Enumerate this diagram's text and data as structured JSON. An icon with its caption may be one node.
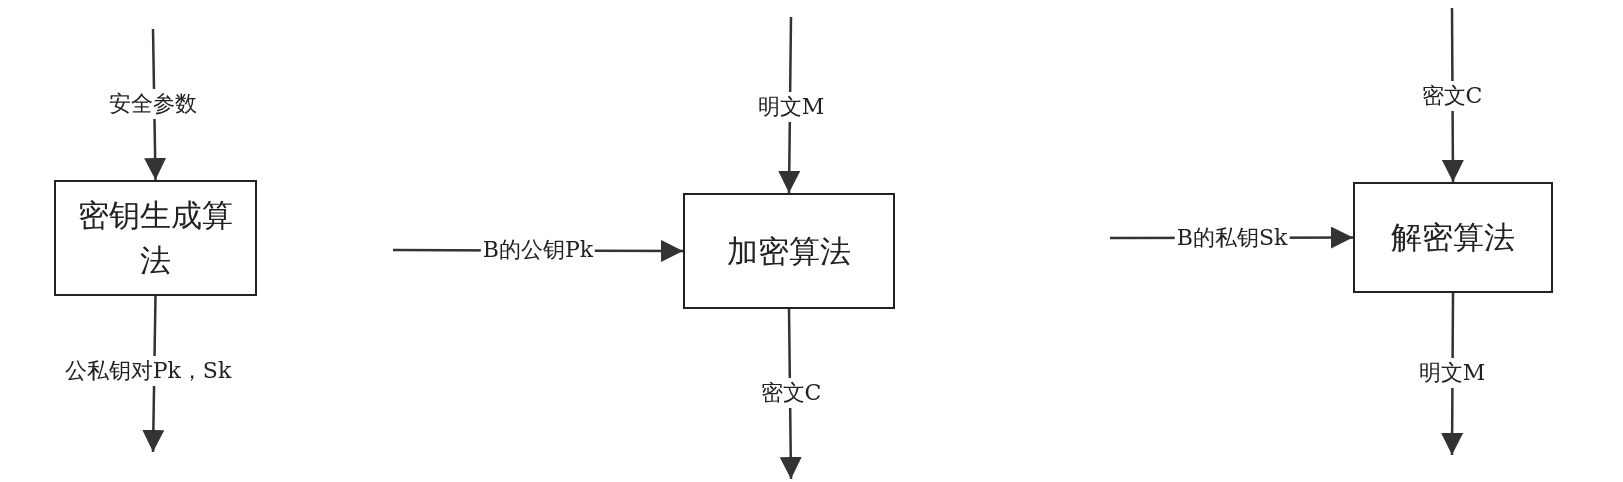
{
  "diagram": {
    "nodes": [
      {
        "text": [
          "密钥生成算法"
        ]
      },
      {
        "text": [
          "加密算法"
        ]
      },
      {
        "text": [
          "解密算法"
        ]
      }
    ],
    "edges": [
      {
        "from": null,
        "to": 0,
        "arrow": "to",
        "label": "安全参数"
      },
      {
        "from": 0,
        "to": null,
        "arrow": "to",
        "label": "公私钥对Pk，Sk"
      },
      {
        "from": null,
        "to": 1,
        "arrow": "to",
        "label": "明文M"
      },
      {
        "from": null,
        "to": 1,
        "arrow": "to",
        "label": "B的公钥Pk"
      },
      {
        "from": 1,
        "to": null,
        "arrow": "to",
        "label": "密文C"
      },
      {
        "from": null,
        "to": 2,
        "arrow": "to",
        "label": "密文C"
      },
      {
        "from": null,
        "to": 2,
        "arrow": "to",
        "label": "B的私钥Sk"
      },
      {
        "from": 2,
        "to": null,
        "arrow": "to",
        "label": "明文M"
      }
    ]
  }
}
